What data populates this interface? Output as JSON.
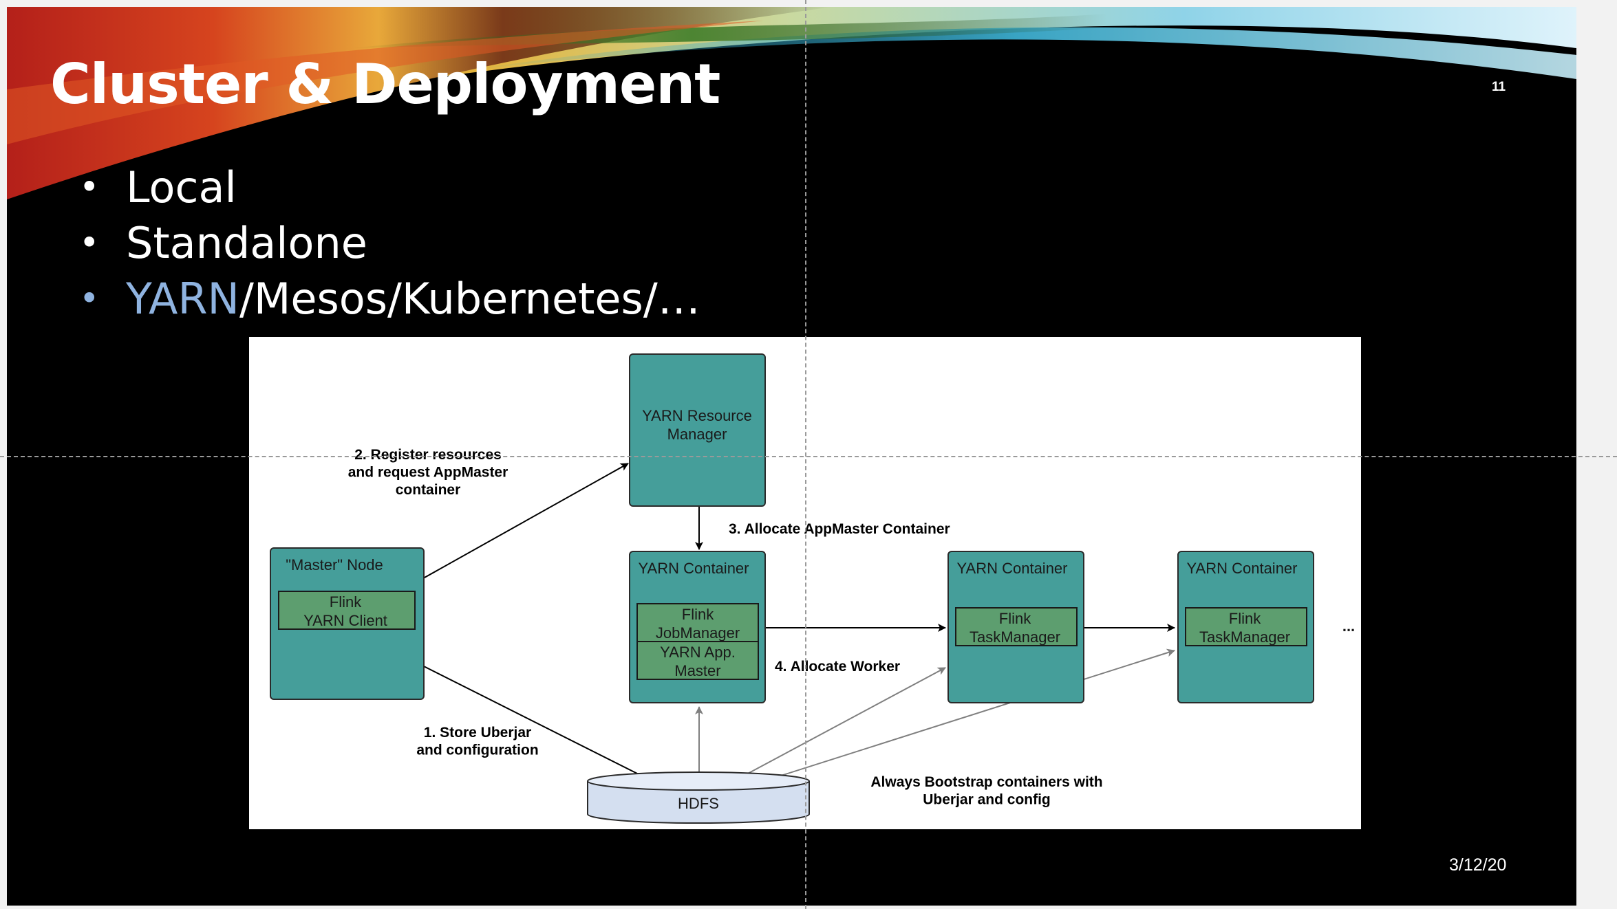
{
  "slide": {
    "title": "Cluster & Deployment",
    "number": "11",
    "date": "3/12/20",
    "bullets": [
      {
        "prefix": "",
        "highlight": "",
        "text": "Local"
      },
      {
        "prefix": "",
        "highlight": "",
        "text": "Standalone"
      },
      {
        "prefix": "",
        "highlight": "YARN",
        "text": "/Mesos/Kubernetes/…"
      }
    ],
    "bullet_glyph": "•",
    "colors": {
      "background": "#000000",
      "title": "#ffffff",
      "highlight": "#8fb3e0",
      "node_fill": "#459e9a",
      "inner_fill": "#5d9e6f",
      "hdfs_fill": "#d4dff0"
    }
  },
  "diagram": {
    "resource_manager": "YARN Resource\nManager",
    "master_node": {
      "title": "\"Master\" Node",
      "inner": "Flink\nYARN Client"
    },
    "appmaster_container": {
      "title": "YARN Container",
      "inner1": "Flink\nJobManager",
      "inner2": "YARN App.\nMaster"
    },
    "worker_container_1": {
      "title": "YARN Container",
      "inner": "Flink\nTaskManager"
    },
    "worker_container_2": {
      "title": "YARN Container",
      "inner": "Flink\nTaskManager"
    },
    "ellipsis": "...",
    "hdfs": "HDFS",
    "labels": {
      "step1": "1. Store Uberjar\nand configuration",
      "step2": "2. Register resources\nand request AppMaster\ncontainer",
      "step3": "3. Allocate AppMaster Container",
      "step4": "4. Allocate Worker",
      "bootstrap": "Always Bootstrap containers with\nUberjar and config"
    }
  }
}
